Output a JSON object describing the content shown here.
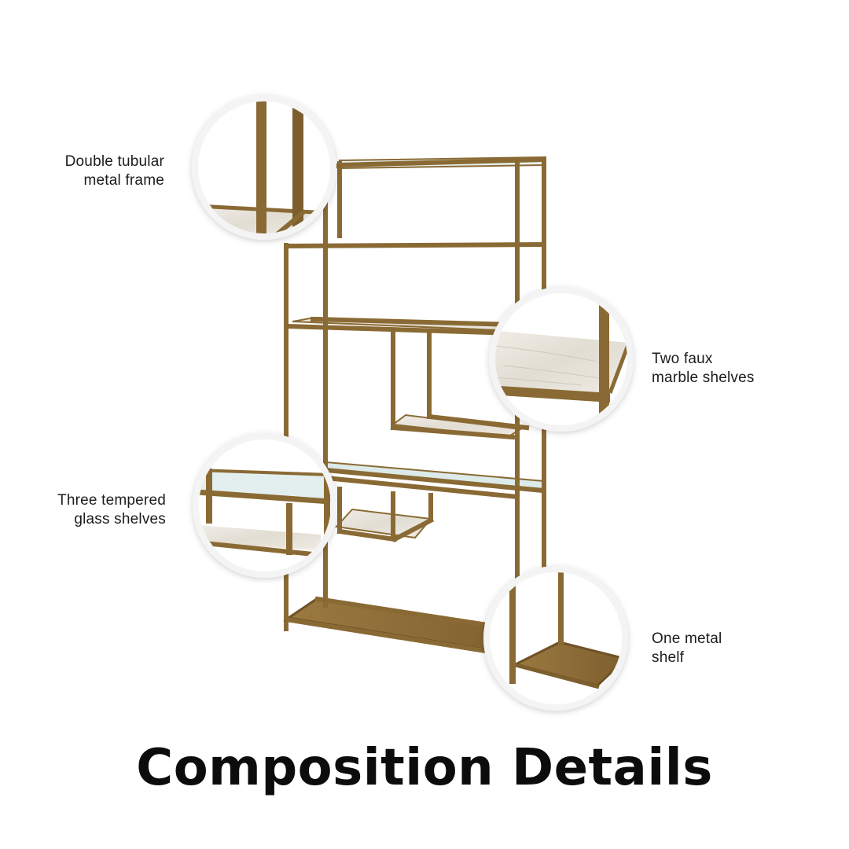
{
  "colors": {
    "frame": "#8a6a34",
    "frame_dark": "#6e5226",
    "metal_shelf": "#97753f",
    "marble": "#ebe6dd",
    "glass": "#dfeeee",
    "ring": "#f4f4f4",
    "text": "#1c1c1c"
  },
  "callouts": {
    "frame": {
      "line1": "Double tubular",
      "line2": "metal frame",
      "icon": "detail-zoom-circle"
    },
    "marble": {
      "line1": "Two faux",
      "line2": "marble shelves",
      "icon": "detail-zoom-circle"
    },
    "glass": {
      "line1": "Three tempered",
      "line2": "glass shelves",
      "icon": "detail-zoom-circle"
    },
    "metal": {
      "line1": "One metal",
      "line2": "shelf",
      "icon": "detail-zoom-circle"
    }
  },
  "title": "Composition Details"
}
